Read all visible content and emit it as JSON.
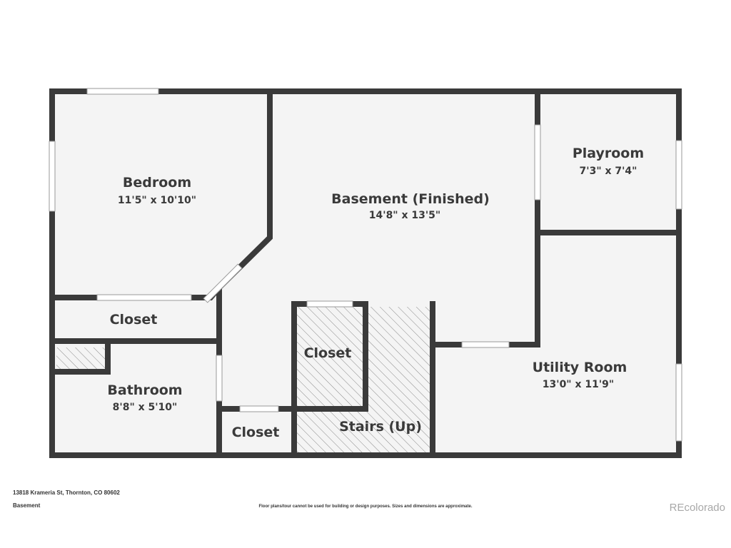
{
  "rooms": {
    "bedroom": {
      "name": "Bedroom",
      "dims": "11'5\" x 10'10\""
    },
    "basement": {
      "name": "Basement (Finished)",
      "dims": "14'8\" x 13'5\""
    },
    "playroom": {
      "name": "Playroom",
      "dims": "7'3\" x 7'4\""
    },
    "closet_bedroom": {
      "name": "Closet"
    },
    "bathroom": {
      "name": "Bathroom",
      "dims": "8'8\" x 5'10\""
    },
    "closet_center": {
      "name": "Closet"
    },
    "closet_bottom": {
      "name": "Closet"
    },
    "stairs": {
      "name": "Stairs (Up)"
    },
    "utility": {
      "name": "Utility Room",
      "dims": "13'0\" x 11'9\""
    }
  },
  "footer": {
    "address": "13818 Krameria St, Thornton, CO 80602",
    "level": "Basement",
    "disclaimer": "Floor plans/tour cannot be used for building or design purposes. Sizes and dimensions are approximate.",
    "brand": "REcolorado"
  },
  "colors": {
    "wall": "#3a3a3a",
    "floor": "#f4f4f4",
    "window": "#ffffff"
  }
}
